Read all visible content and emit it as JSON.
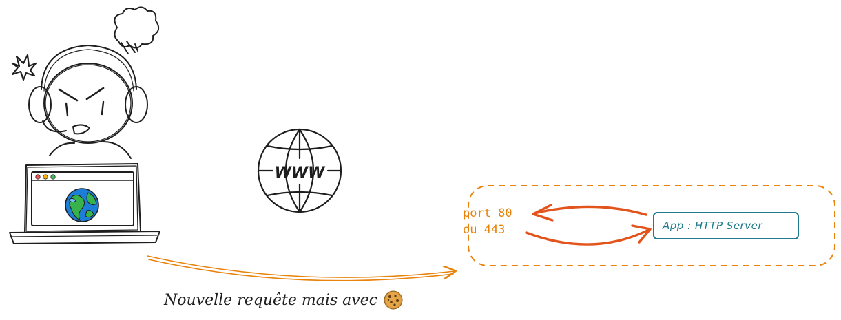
{
  "www_label": "WWW",
  "port_line1": "port 80",
  "port_line2": "ou 443",
  "server_label": "App : HTTP Server",
  "caption": "Nouvelle requête mais avec",
  "colors": {
    "ink": "#1e1e1e",
    "orange": "#e8830c",
    "red_orange": "#e2541c",
    "teal": "#1f7a8c",
    "globe_blue": "#1c7ed6",
    "globe_green": "#37b24d"
  },
  "icons": [
    "angry-user-icon",
    "laptop-icon",
    "browser-globe-icon",
    "www-globe-icon",
    "cookie-icon"
  ]
}
